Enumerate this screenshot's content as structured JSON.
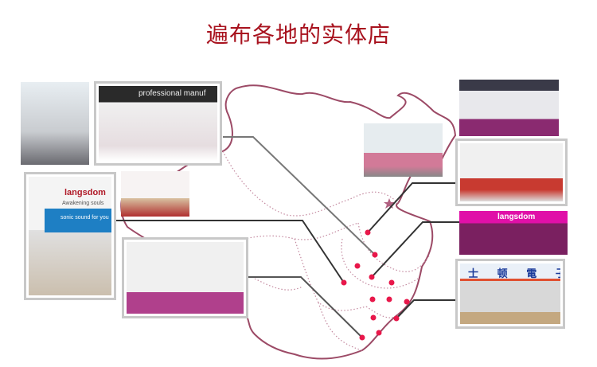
{
  "title": "遍布各地的实体店",
  "photos": {
    "booth_2_sign": "professional manuf",
    "booth_3_brand": "langsdom",
    "booth_3_slogan": "Awakening souls",
    "booth_3_banner": "sonic sound for you",
    "store_9_brand": "langsdom",
    "store_10_sign": "士 顿 電 子"
  },
  "colors": {
    "title": "#a8121e",
    "map_border": "#9c4a66",
    "dot": "#e8174a",
    "line": "#333333"
  }
}
